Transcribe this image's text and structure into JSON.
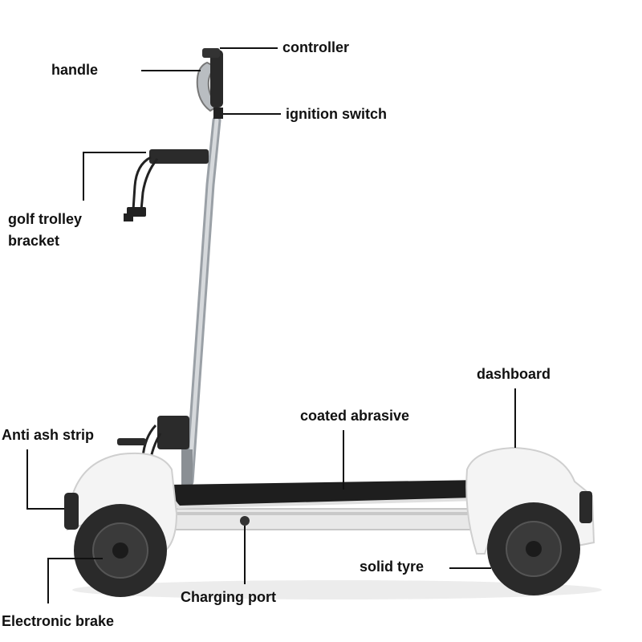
{
  "labels": {
    "handle": "handle",
    "controller": "controller",
    "ignition_switch": "ignition switch",
    "golf_trolley_bracket_line1": "golf trolley",
    "golf_trolley_bracket_line2": "bracket",
    "dashboard": "dashboard",
    "coated_abrasive": "coated abrasive",
    "anti_ash_strip": "Anti ash strip",
    "solid_tyre": "solid tyre",
    "charging_port": "Charging port",
    "electronic_brake": "Electronic brake"
  },
  "colors": {
    "body_white": "#f4f4f4",
    "tyre_black": "#2a2a2a",
    "deck_black": "#1e1e1e",
    "pole_silver": "#bfc3c7",
    "leader_line": "#111111"
  }
}
